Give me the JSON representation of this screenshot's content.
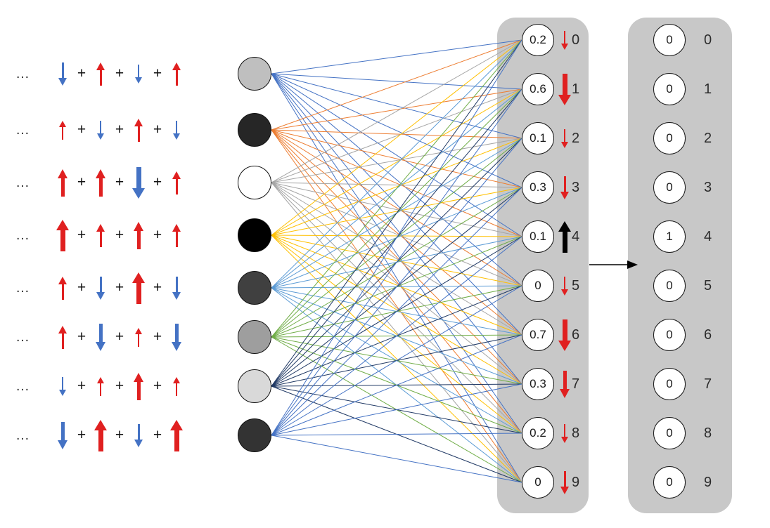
{
  "title": "neural-network-digit-classifier-diagram",
  "ellipsis_label": "…",
  "plus_label": "+",
  "colors": {
    "red": "#e02020",
    "blue": "#4472c4",
    "black": "#000000",
    "panel": "#c8c8c8",
    "connection_palette": [
      "#4472c4",
      "#ed7d31",
      "#a5a5a5",
      "#ffc000",
      "#5b9bd5",
      "#70ad47",
      "#1f3864",
      "#4472c4"
    ]
  },
  "input_rows": [
    {
      "neuron_fill": "#bfbfbf",
      "arrows": [
        {
          "dir": "down",
          "color": "blue",
          "size": 2
        },
        {
          "dir": "up",
          "color": "red",
          "size": 2
        },
        {
          "dir": "down",
          "color": "blue",
          "size": 1
        },
        {
          "dir": "up",
          "color": "red",
          "size": 2
        }
      ]
    },
    {
      "neuron_fill": "#262626",
      "arrows": [
        {
          "dir": "up",
          "color": "red",
          "size": 1
        },
        {
          "dir": "down",
          "color": "blue",
          "size": 1
        },
        {
          "dir": "up",
          "color": "red",
          "size": 2
        },
        {
          "dir": "down",
          "color": "blue",
          "size": 1
        }
      ]
    },
    {
      "neuron_fill": "#ffffff",
      "arrows": [
        {
          "dir": "up",
          "color": "red",
          "size": 3
        },
        {
          "dir": "up",
          "color": "red",
          "size": 3
        },
        {
          "dir": "down",
          "color": "blue",
          "size": 4
        },
        {
          "dir": "up",
          "color": "red",
          "size": 2
        }
      ]
    },
    {
      "neuron_fill": "#000000",
      "arrows": [
        {
          "dir": "up",
          "color": "red",
          "size": 4
        },
        {
          "dir": "up",
          "color": "red",
          "size": 2
        },
        {
          "dir": "up",
          "color": "red",
          "size": 3
        },
        {
          "dir": "up",
          "color": "red",
          "size": 2
        }
      ]
    },
    {
      "neuron_fill": "#404040",
      "arrows": [
        {
          "dir": "up",
          "color": "red",
          "size": 2
        },
        {
          "dir": "down",
          "color": "blue",
          "size": 2
        },
        {
          "dir": "up",
          "color": "red",
          "size": 4
        },
        {
          "dir": "down",
          "color": "blue",
          "size": 2
        }
      ]
    },
    {
      "neuron_fill": "#9e9e9e",
      "arrows": [
        {
          "dir": "up",
          "color": "red",
          "size": 2
        },
        {
          "dir": "down",
          "color": "blue",
          "size": 3
        },
        {
          "dir": "up",
          "color": "red",
          "size": 1
        },
        {
          "dir": "down",
          "color": "blue",
          "size": 3
        }
      ]
    },
    {
      "neuron_fill": "#d9d9d9",
      "arrows": [
        {
          "dir": "down",
          "color": "blue",
          "size": 1
        },
        {
          "dir": "up",
          "color": "red",
          "size": 1
        },
        {
          "dir": "up",
          "color": "red",
          "size": 3
        },
        {
          "dir": "up",
          "color": "red",
          "size": 1
        }
      ]
    },
    {
      "neuron_fill": "#333333",
      "arrows": [
        {
          "dir": "down",
          "color": "blue",
          "size": 3
        },
        {
          "dir": "up",
          "color": "red",
          "size": 4
        },
        {
          "dir": "down",
          "color": "blue",
          "size": 2
        },
        {
          "dir": "up",
          "color": "red",
          "size": 4
        }
      ]
    }
  ],
  "hidden_layer": {
    "nodes": [
      {
        "value": "0.2",
        "label": "0",
        "arrow": {
          "dir": "down",
          "color": "red",
          "size": 1
        }
      },
      {
        "value": "0.6",
        "label": "1",
        "arrow": {
          "dir": "down",
          "color": "red",
          "size": 4
        }
      },
      {
        "value": "0.1",
        "label": "2",
        "arrow": {
          "dir": "down",
          "color": "red",
          "size": 1
        }
      },
      {
        "value": "0.3",
        "label": "3",
        "arrow": {
          "dir": "down",
          "color": "red",
          "size": 2
        }
      },
      {
        "value": "0.1",
        "label": "4",
        "arrow": {
          "dir": "up",
          "color": "black",
          "size": 4
        }
      },
      {
        "value": "0",
        "label": "5",
        "arrow": {
          "dir": "down",
          "color": "red",
          "size": 1
        }
      },
      {
        "value": "0.7",
        "label": "6",
        "arrow": {
          "dir": "down",
          "color": "red",
          "size": 4
        }
      },
      {
        "value": "0.3",
        "label": "7",
        "arrow": {
          "dir": "down",
          "color": "red",
          "size": 3
        }
      },
      {
        "value": "0.2",
        "label": "8",
        "arrow": {
          "dir": "down",
          "color": "red",
          "size": 1
        }
      },
      {
        "value": "0",
        "label": "9",
        "arrow": {
          "dir": "down",
          "color": "red",
          "size": 2
        }
      }
    ]
  },
  "output_layer": {
    "nodes": [
      {
        "value": "0",
        "label": "0"
      },
      {
        "value": "0",
        "label": "1"
      },
      {
        "value": "0",
        "label": "2"
      },
      {
        "value": "0",
        "label": "3"
      },
      {
        "value": "1",
        "label": "4"
      },
      {
        "value": "0",
        "label": "5"
      },
      {
        "value": "0",
        "label": "6"
      },
      {
        "value": "0",
        "label": "7"
      },
      {
        "value": "0",
        "label": "8"
      },
      {
        "value": "0",
        "label": "9"
      }
    ]
  }
}
